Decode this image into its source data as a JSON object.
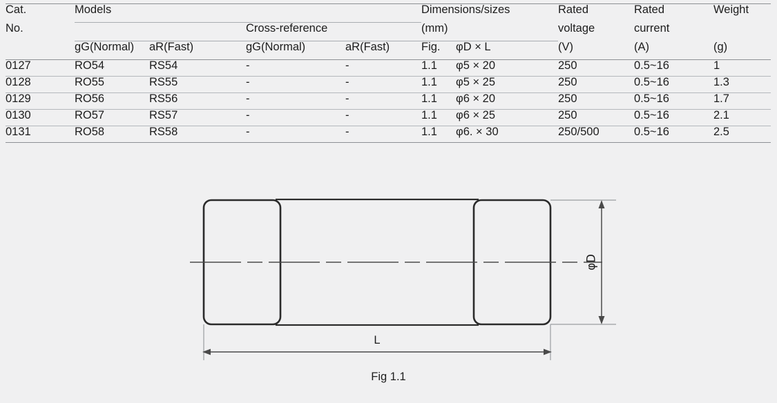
{
  "table": {
    "headers": {
      "cat_no_line1": "Cat.",
      "cat_no_line2": "No.",
      "models_group": "Models",
      "cross_reference_group": "Cross-reference",
      "models_gg": "gG(Normal)",
      "models_ar": "aR(Fast)",
      "xref_gg": "gG(Normal)",
      "xref_ar": "aR(Fast)",
      "dimensions_group_line1": "Dimensions/sizes",
      "dimensions_group_line2": "(mm)",
      "fig": "Fig.",
      "phi_d_x_l": "φD × L",
      "rated_voltage_line1": "Rated",
      "rated_voltage_line2": "voltage",
      "rated_voltage_line3": "(V)",
      "rated_current_line1": "Rated",
      "rated_current_line2": "current",
      "rated_current_line3": "(A)",
      "weight_line1": "Weight",
      "weight_line2": "(g)"
    },
    "rows": [
      {
        "cat_no": "0127",
        "models_gg": "RO54",
        "models_ar": "RS54",
        "xref_gg": "-",
        "xref_ar": "-",
        "fig": "1.1",
        "dimensions": "φ5 × 20",
        "rated_voltage": "250",
        "rated_current": "0.5~16",
        "weight": "1"
      },
      {
        "cat_no": "0128",
        "models_gg": "RO55",
        "models_ar": "RS55",
        "xref_gg": "-",
        "xref_ar": "-",
        "fig": "1.1",
        "dimensions": "φ5 × 25",
        "rated_voltage": "250",
        "rated_current": "0.5~16",
        "weight": "1.3"
      },
      {
        "cat_no": "0129",
        "models_gg": "RO56",
        "models_ar": "RS56",
        "xref_gg": "-",
        "xref_ar": "-",
        "fig": "1.1",
        "dimensions": "φ6 × 20",
        "rated_voltage": "250",
        "rated_current": "0.5~16",
        "weight": "1.7"
      },
      {
        "cat_no": "0130",
        "models_gg": "RO57",
        "models_ar": "RS57",
        "xref_gg": "-",
        "xref_ar": "-",
        "fig": "1.1",
        "dimensions": "φ6 × 25",
        "rated_voltage": "250",
        "rated_current": "0.5~16",
        "weight": "2.1"
      },
      {
        "cat_no": "0131",
        "models_gg": "RO58",
        "models_ar": "RS58",
        "xref_gg": "-",
        "xref_ar": "-",
        "fig": "1.1",
        "dimensions": "φ6. × 30",
        "rated_voltage": "250/500",
        "rated_current": "0.5~16",
        "weight": "2.5"
      }
    ]
  },
  "drawing": {
    "caption": "Fig 1.1",
    "diameter_label": "φD",
    "length_label": "L"
  },
  "colors": {
    "background": "#f0f0f1",
    "text": "#1d1d1d",
    "rule": "#8d9094",
    "rule_light": "#b4b8bc",
    "outline": "#2b2b2b",
    "dimension_line": "#4a4a4a"
  }
}
